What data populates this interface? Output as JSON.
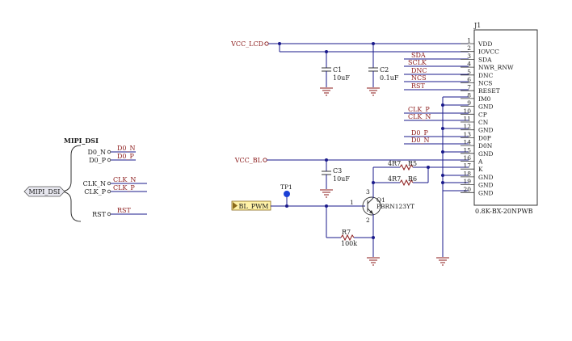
{
  "sheet_symbol": {
    "title": "MIPI_DSI",
    "port_label": "MIPI_DSI",
    "ports": [
      {
        "name": "D0_N",
        "net": "D0_N"
      },
      {
        "name": "D0_P",
        "net": "D0_P"
      },
      {
        "name": "CLK_N",
        "net": "CLK_N"
      },
      {
        "name": "CLK_P",
        "net": "CLK_P"
      },
      {
        "name": "RST",
        "net": "RST"
      }
    ]
  },
  "power": {
    "vcc_lcd": "VCC_LCD",
    "vcc_bl": "VCC_BL",
    "bl_pwm": "BL_PWM",
    "testpoint": "TP1"
  },
  "caps": {
    "c1_ref": "C1",
    "c1_val": "10uF",
    "c2_ref": "C2",
    "c2_val": "0.1uF",
    "c3_ref": "C3",
    "c3_val": "10uF"
  },
  "resistors": {
    "r5_ref": "R5",
    "r5_val": "4R7",
    "r6_ref": "R6",
    "r6_val": "4R7",
    "r7_ref": "R7",
    "r7_val": "100k"
  },
  "transistor": {
    "ref": "Q1",
    "part": "PBRN123YT",
    "pin_b": "1",
    "pin_c": "3",
    "pin_e": "2"
  },
  "connector": {
    "ref": "J1",
    "part": "0.8K-BX-20NPWB",
    "pins": [
      {
        "num": "1",
        "name": "VDD"
      },
      {
        "num": "2",
        "name": "IOVCC"
      },
      {
        "num": "3",
        "name": "SDA"
      },
      {
        "num": "4",
        "name": "NWR_RNW"
      },
      {
        "num": "5",
        "name": "DNC"
      },
      {
        "num": "6",
        "name": "NCS"
      },
      {
        "num": "7",
        "name": "RESET"
      },
      {
        "num": "8",
        "name": "IM0"
      },
      {
        "num": "9",
        "name": "GND"
      },
      {
        "num": "10",
        "name": "CP"
      },
      {
        "num": "11",
        "name": "CN"
      },
      {
        "num": "12",
        "name": "GND"
      },
      {
        "num": "13",
        "name": "D0P"
      },
      {
        "num": "14",
        "name": "D0N"
      },
      {
        "num": "15",
        "name": "GND"
      },
      {
        "num": "16",
        "name": "A"
      },
      {
        "num": "17",
        "name": "K"
      },
      {
        "num": "18",
        "name": "GND"
      },
      {
        "num": "19",
        "name": "GND"
      },
      {
        "num": "20",
        "name": "GND"
      }
    ]
  },
  "net_labels": {
    "sda": "SDA",
    "sclk": "SCLK",
    "dnc": "DNC",
    "ncs": "NCS",
    "rst": "RST",
    "clk_p": "CLK_P",
    "clk_n": "CLK_N",
    "d0_p": "D0_P",
    "d0_n": "D0_N"
  },
  "colors": {
    "wire": "#1a1a8b",
    "net_label": "#8b1a1a",
    "junction": "#1a1a8b",
    "testpoint": "#1a3fd6",
    "port_fill": "#fff2a8"
  }
}
